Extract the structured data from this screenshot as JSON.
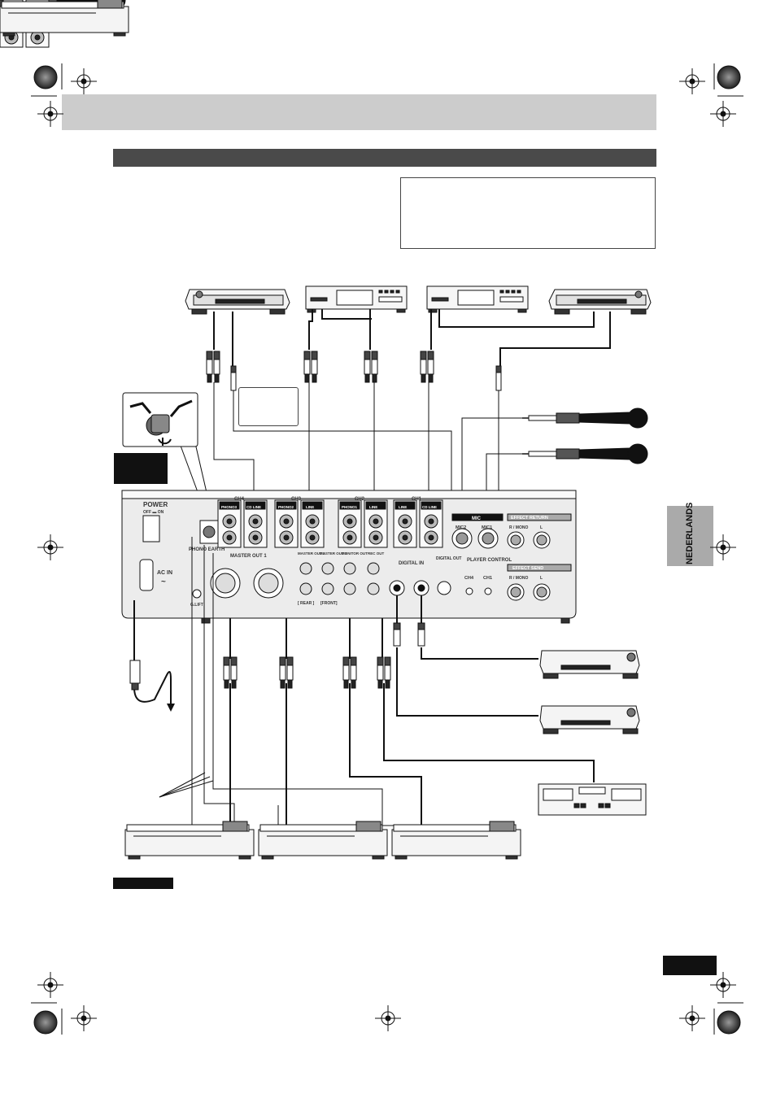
{
  "side_tab": {
    "label": "NEDERLANDS"
  },
  "panel": {
    "power": "POWER",
    "power_states": "OFF ▬ ON",
    "ac_in": "AC IN",
    "ac_tilde": "~",
    "phono_earth": "PHONO EARTH",
    "master_out_1": "MASTER OUT 1",
    "master_out_2_short": "MASTER OUT 2",
    "master_out_1_short": "MASTER OUT 1",
    "monitor_out": "MONITOR OUT",
    "rec_out": "REC OUT",
    "rear": "[ REAR ]",
    "front": "[FRONT]",
    "digital_in": "DIGITAL IN",
    "digital_out": "DIGITAL OUT",
    "player_control": "PLAYER CONTROL",
    "mic": "MIC",
    "mic2": "MIC2",
    "mic1": "MIC1",
    "ch4_port": "CH4",
    "ch1_port": "CH1",
    "effect_return": "EFFECT RETURN",
    "effect_send": "EFFECT SEND",
    "r_mono": "R / MONO",
    "l": "L",
    "ground_lift": "G.LIFT",
    "channels": [
      {
        "name": "CH4",
        "jacks": [
          "PHONO3",
          "CD LINE"
        ]
      },
      {
        "name": "CH3",
        "jacks": [
          "PHONO2",
          "LINE"
        ]
      },
      {
        "name": "CH2",
        "jacks": [
          "PHONO1",
          "LINE"
        ]
      },
      {
        "name": "CH1",
        "jacks": [
          "LINE",
          "CD LINE"
        ]
      }
    ]
  },
  "colors": {
    "header_band": "#cccccc",
    "section_band": "#4a4a4a",
    "panel_fill": "#ececec",
    "black": "#111111",
    "tab": "#aaaaaa"
  }
}
